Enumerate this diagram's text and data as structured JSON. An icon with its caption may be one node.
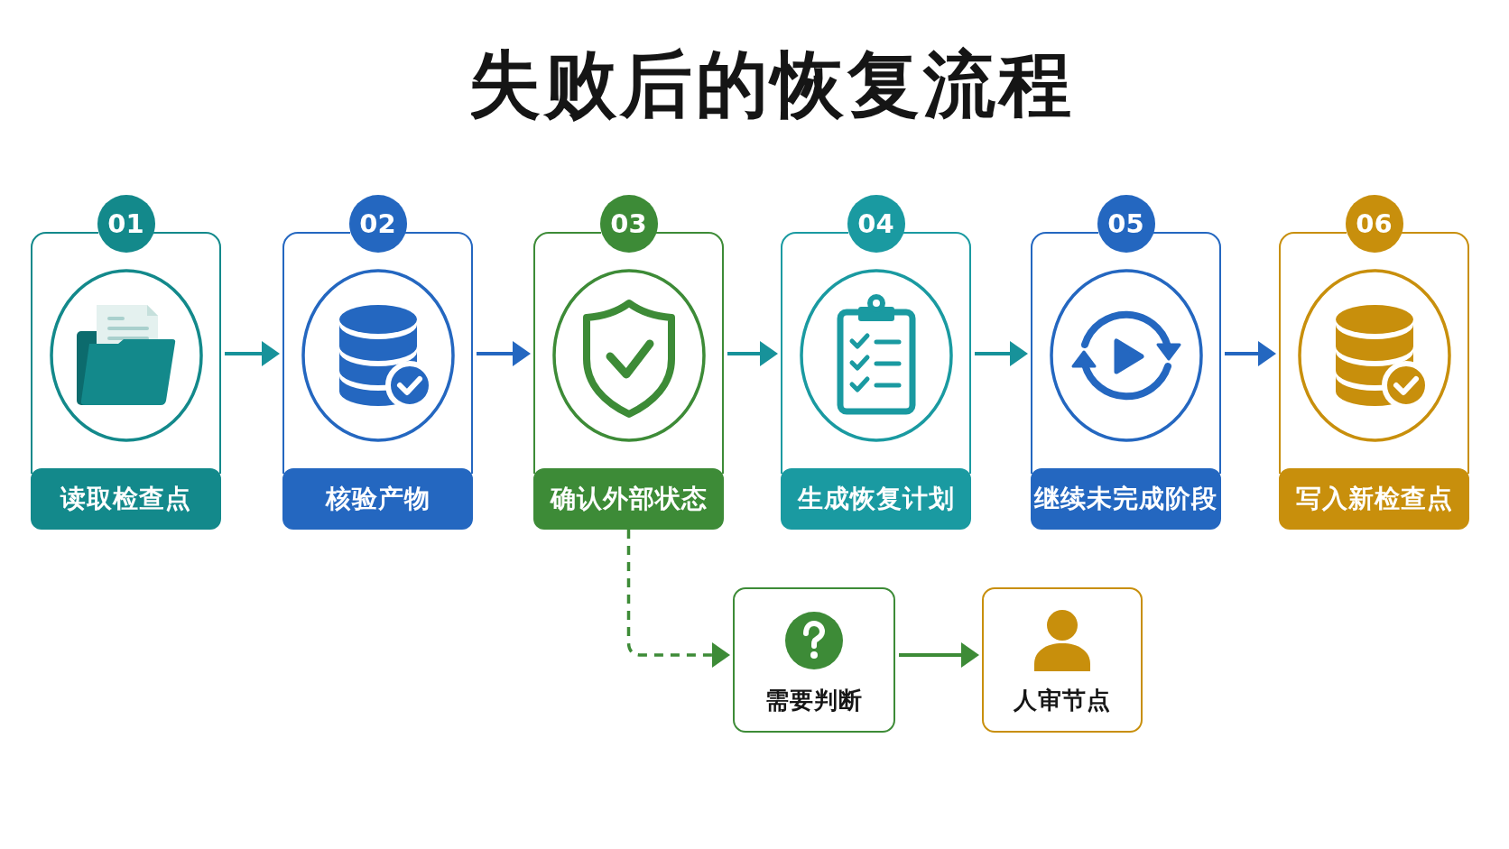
{
  "diagram": {
    "title": "失败后的恢复流程",
    "nodes": [
      {
        "text": [
          "01",
          "读取检查点"
        ]
      },
      {
        "text": [
          "02",
          "核验产物"
        ]
      },
      {
        "text": [
          "03",
          "确认外部状态"
        ]
      },
      {
        "text": [
          "04",
          "生成恢复计划"
        ]
      },
      {
        "text": [
          "05",
          "继续未完成阶段"
        ]
      },
      {
        "text": [
          "06",
          "写入新检查点"
        ]
      },
      {
        "text": [
          "需要判断"
        ]
      },
      {
        "text": [
          "人审节点"
        ]
      }
    ],
    "edges": [
      {
        "from": 0,
        "to": 1,
        "arrow": "to"
      },
      {
        "from": 1,
        "to": 2,
        "arrow": "to",
        "color": "#2467c0"
      },
      {
        "from": 2,
        "to": 3,
        "arrow": "to"
      },
      {
        "from": 3,
        "to": 4,
        "arrow": "to"
      },
      {
        "from": 4,
        "to": 5,
        "arrow": "to",
        "color": "#2467c0"
      },
      {
        "from": 2,
        "to": 6,
        "arrow": "to",
        "style": "dashed",
        "color": "#3d8b37"
      },
      {
        "from": 6,
        "to": 7,
        "arrow": "to",
        "color": "#3d8b37"
      }
    ]
  }
}
